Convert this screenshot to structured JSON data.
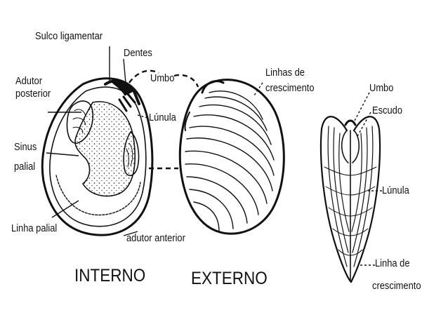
{
  "labels": {
    "sulco_ligamentar": "Sulco ligamentar",
    "dentes": "Dentes",
    "adutor_posterior_1": "Adutor",
    "adutor_posterior_2": "posterior",
    "umbo_left": "Umbo",
    "lunula_left": "Lúnula",
    "sinus_palial_1": "Sinus",
    "sinus_palial_2": "palial",
    "linha_palial": "Linha palial",
    "adutor_anterior": "adutor anterior",
    "linhas_de_crescimento_1": "Linhas de",
    "linhas_de_crescimento_2": "crescimento",
    "umbo_right": "Umbo",
    "escudo": "Escudo",
    "lunula_right": "Lúnula",
    "linha_de_crescimento_1": "Linha de",
    "linha_de_crescimento_2": "crescimento"
  },
  "captions": {
    "interno": "INTERNO",
    "externo": "EXTERNO"
  },
  "colors": {
    "ink": "#111111",
    "background": "#ffffff"
  }
}
